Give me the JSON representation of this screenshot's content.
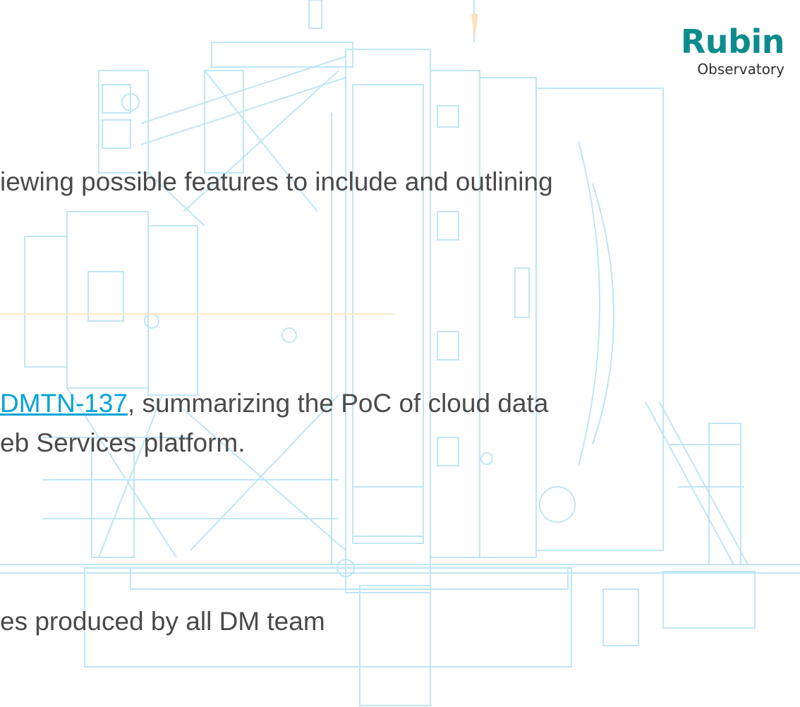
{
  "logo": {
    "name": "Rubin",
    "subtitle": "Observatory",
    "color": "#0c8c8c"
  },
  "lines": [
    {
      "text": "iewing possible features to include and outlining"
    },
    {
      "link": "DMTN-137",
      "text": ", summarizing the PoC of cloud data"
    },
    {
      "text": "eb Services platform."
    },
    {
      "text": "es produced by all DM team"
    }
  ],
  "colors": {
    "text": "#4a4a4a",
    "link": "#00a4d6",
    "drawing_lines": "#bfe6f5"
  }
}
